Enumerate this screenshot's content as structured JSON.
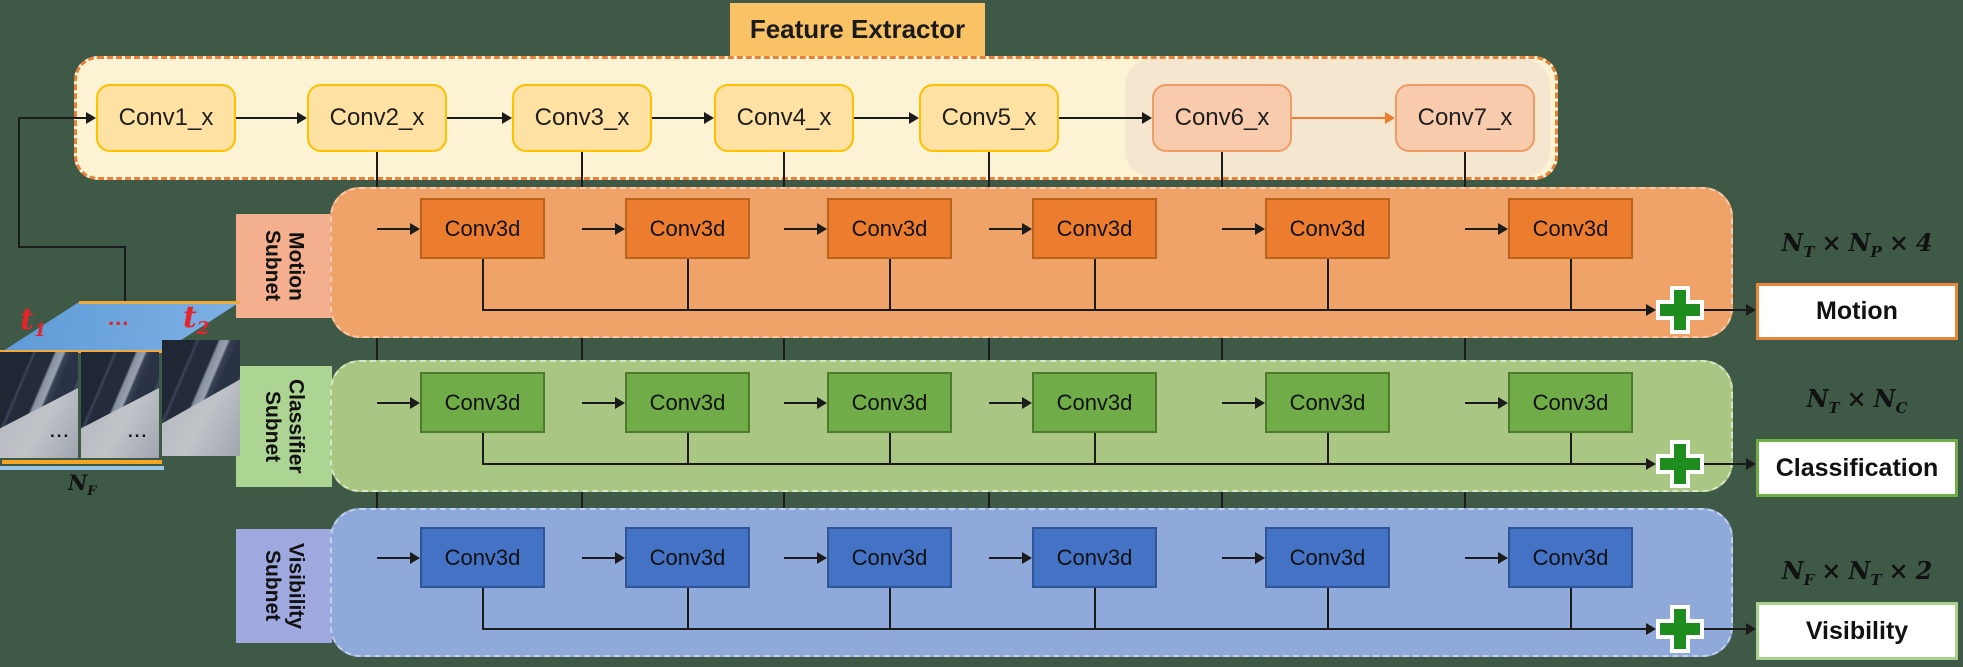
{
  "title": "Feature Extractor",
  "feature_blocks": [
    {
      "label": "Conv1_x",
      "variant": "yellow"
    },
    {
      "label": "Conv2_x",
      "variant": "yellow"
    },
    {
      "label": "Conv3_x",
      "variant": "yellow"
    },
    {
      "label": "Conv4_x",
      "variant": "yellow"
    },
    {
      "label": "Conv5_x",
      "variant": "yellow"
    },
    {
      "label": "Conv6_x",
      "variant": "salmon"
    },
    {
      "label": "Conv7_x",
      "variant": "salmon"
    }
  ],
  "subnets": [
    {
      "key": "motion",
      "tab_lines": [
        "Motion",
        "Subnet"
      ],
      "conv_label": "Conv3d",
      "output_label": "Motion",
      "dim_parts": [
        [
          "N",
          "T"
        ],
        [
          "×",
          ""
        ],
        [
          "N",
          "P"
        ],
        [
          "×",
          ""
        ],
        [
          "4",
          ""
        ]
      ],
      "colors": {
        "band": "#F0A368",
        "tab": "#F4AF8E",
        "box": "#EC7D2F",
        "box_border": "#B9641B",
        "band_border": "#F8CBAD",
        "out_border": "#E8873B"
      }
    },
    {
      "key": "classifier",
      "tab_lines": [
        "Classifier",
        "Subnet"
      ],
      "conv_label": "Conv3d",
      "output_label": "Classification",
      "dim_parts": [
        [
          "N",
          "T"
        ],
        [
          "×",
          ""
        ],
        [
          "N",
          "C"
        ]
      ],
      "colors": {
        "band": "#A9C783",
        "tab": "#ACD492",
        "box": "#70AC47",
        "box_border": "#4F7A2D",
        "band_border": "#D6E6C6",
        "out_border": "#6FAD47"
      }
    },
    {
      "key": "visibility",
      "tab_lines": [
        "Visibility",
        "Subnet"
      ],
      "conv_label": "Conv3d",
      "output_label": "Visibility",
      "dim_parts": [
        [
          "N",
          "F"
        ],
        [
          "×",
          ""
        ],
        [
          "N",
          "T"
        ],
        [
          "×",
          ""
        ],
        [
          "2",
          ""
        ]
      ],
      "colors": {
        "band": "#8FA9DB",
        "tab": "#9FA9DF",
        "box": "#4472C4",
        "box_border": "#2F5597",
        "band_border": "#C3D2EC",
        "out_border": "#A9D18E"
      }
    }
  ],
  "input_stack": {
    "t1_main": "t",
    "t1_sub": "1",
    "mid_dots": "...",
    "t2_main": "t",
    "t2_sub": "2",
    "frame_dots": "...",
    "count_main": "N",
    "count_sub": "F"
  },
  "plus_color": "#1F8C1F",
  "line_color": "#1b1b1b",
  "arrow_orange": "#ED7D31"
}
